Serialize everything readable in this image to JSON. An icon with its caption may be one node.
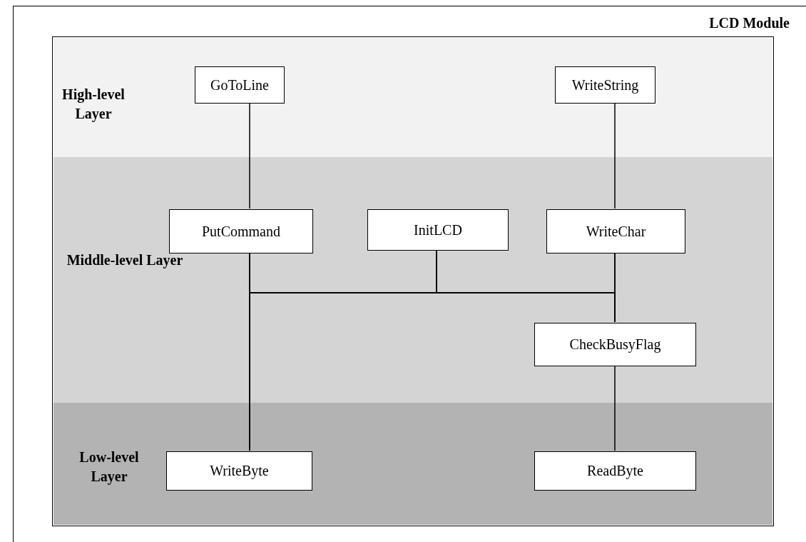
{
  "diagram": {
    "nodes": [
      {
        "text": [
          "LCD Module"
        ]
      },
      {
        "text": [
          "High-level Layer"
        ],
        "in": 0
      },
      {
        "text": [
          "Middle-level Layer"
        ],
        "in": 0
      },
      {
        "text": [
          "Low-level Layer"
        ],
        "in": 0
      },
      {
        "text": [
          "GoToLine"
        ],
        "in": 1
      },
      {
        "text": [
          "WriteString"
        ],
        "in": 1
      },
      {
        "text": [
          "PutCommand"
        ],
        "in": 2
      },
      {
        "text": [
          "InitLCD"
        ],
        "in": 2
      },
      {
        "text": [
          "WriteChar"
        ],
        "in": 2
      },
      {
        "text": [
          "CheckBusyFlag"
        ],
        "in": 2
      },
      {
        "text": [
          "WriteByte"
        ],
        "in": 3
      },
      {
        "text": [
          "ReadByte"
        ],
        "in": 3
      }
    ],
    "edges": [
      {
        "from": 4,
        "to": 6,
        "arrow": "none"
      },
      {
        "from": 5,
        "to": 8,
        "arrow": "none"
      },
      {
        "from": 8,
        "to": 9,
        "arrow": "none"
      },
      {
        "from": 9,
        "to": 11,
        "arrow": "none"
      },
      {
        "from": 6,
        "to": 10,
        "arrow": "none"
      },
      {
        "from": 6,
        "to": 9,
        "arrow": "none"
      },
      {
        "from": 7,
        "to": 10,
        "arrow": "none"
      },
      {
        "from": 7,
        "to": 9,
        "arrow": "none"
      },
      {
        "from": 8,
        "to": 10,
        "arrow": "none"
      }
    ]
  }
}
